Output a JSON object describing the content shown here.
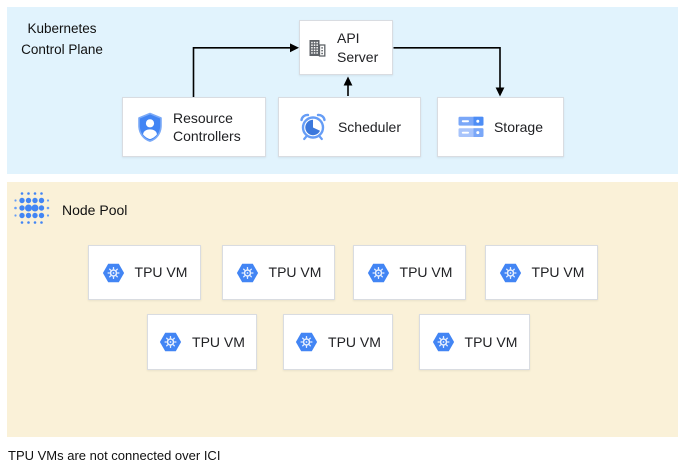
{
  "control_plane": {
    "title": "Kubernetes Control Plane",
    "api_server": {
      "label": "API Server",
      "icon": "building-icon"
    },
    "resource_controllers": {
      "label": "Resource Controllers",
      "icon": "shield-user-icon"
    },
    "scheduler": {
      "label": "Scheduler",
      "icon": "alarm-clock-icon"
    },
    "storage": {
      "label": "Storage",
      "icon": "storage-disks-icon"
    }
  },
  "node_pool": {
    "label": "Node Pool",
    "icon": "dots-cluster-icon",
    "vms": [
      {
        "label": "TPU VM"
      },
      {
        "label": "TPU VM"
      },
      {
        "label": "TPU VM"
      },
      {
        "label": "TPU VM"
      },
      {
        "label": "TPU VM"
      },
      {
        "label": "TPU VM"
      },
      {
        "label": "TPU VM"
      }
    ]
  },
  "connections": [
    {
      "from": "Resource Controllers",
      "to": "API Server"
    },
    {
      "from": "Scheduler",
      "to": "API Server"
    },
    {
      "from": "API Server",
      "to": "Storage"
    }
  ],
  "caption": "TPU VMs are not connected over ICI",
  "colors": {
    "control_plane_bg": "#e1f3fd",
    "node_pool_bg": "#faf1d8",
    "box_border": "#d9dce1",
    "accent_blue": "#4285f4",
    "accent_blue_light": "#669df6",
    "icon_gray": "#5f6368",
    "arrow": "#000000"
  }
}
